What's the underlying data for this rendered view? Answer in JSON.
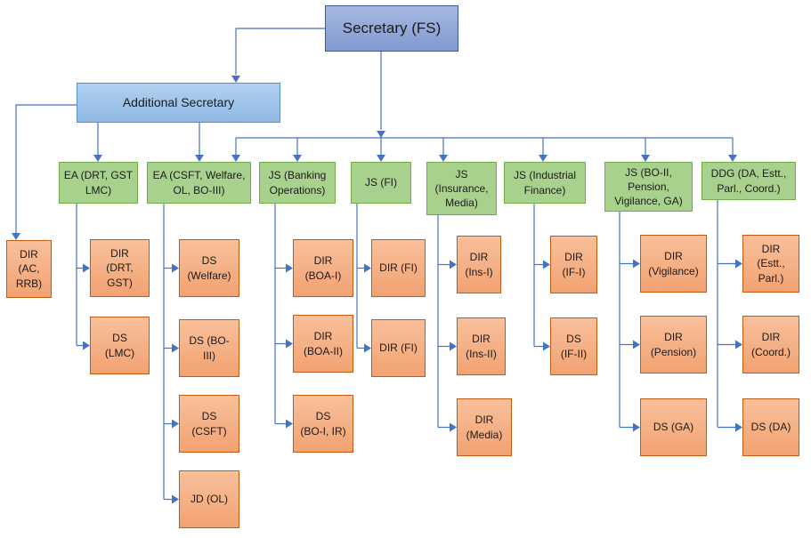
{
  "top": {
    "label": "Secretary (FS)"
  },
  "additional": {
    "label": "Additional Secretary"
  },
  "dir_ac": {
    "label": "DIR\n(AC,\nRRB)"
  },
  "groups": [
    {
      "head": "EA (DRT, GST\nLMC)",
      "children": [
        "DIR\n(DRT,\nGST)",
        "DS\n(LMC)"
      ]
    },
    {
      "head": "EA (CSFT, Welfare,\nOL, BO-III)",
      "children": [
        "DS\n(Welfare)",
        "DS (BO-\nIII)",
        "DS\n(CSFT)",
        "JD (OL)"
      ]
    },
    {
      "head": "JS (Banking\nOperations)",
      "children": [
        "DIR\n(BOA-I)",
        "DIR\n(BOA-II)",
        "DS\n(BO-I, IR)"
      ]
    },
    {
      "head": "JS (FI)",
      "children": [
        "DIR (FI)",
        "DIR (FI)"
      ]
    },
    {
      "head": "JS\n(Insurance,\nMedia)",
      "children": [
        "DIR\n(Ins-I)",
        "DIR\n(Ins-II)",
        "DIR\n(Media)"
      ]
    },
    {
      "head": "JS (Industrial\nFinance)",
      "children": [
        "DIR\n(IF-I)",
        "DS\n(IF-II)"
      ]
    },
    {
      "head": "JS (BO-II,\nPension,\nVigilance, GA)",
      "children": [
        "DIR\n(Vigilance)",
        "DIR\n(Pension)",
        "DS (GA)"
      ]
    },
    {
      "head": "DDG (DA, Estt.,\nParl., Coord.)",
      "children": [
        "DIR\n(Estt.,\nParl.)",
        "DIR\n(Coord.)",
        "DS (DA)"
      ]
    }
  ]
}
